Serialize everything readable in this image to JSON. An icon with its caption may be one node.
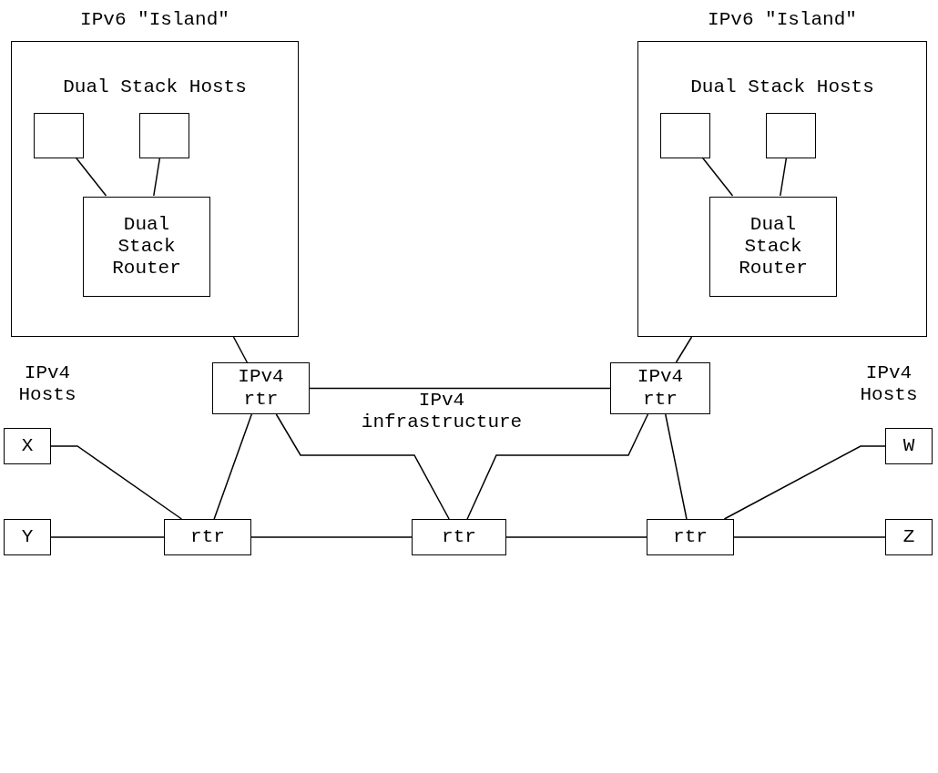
{
  "diagram": {
    "nodes": [
      {
        "text": [
          "IPv6 \"Island\"",
          "Dual Stack Hosts"
        ]
      },
      {
        "text": [],
        "shape": "box",
        "in": 0
      },
      {
        "text": [],
        "shape": "box",
        "in": 0
      },
      {
        "text": [
          "Dual Stack Router"
        ],
        "in": 0
      },
      {
        "text": [
          "IPv6 \"Island\"",
          "Dual Stack Hosts"
        ]
      },
      {
        "text": [],
        "shape": "box",
        "in": 4
      },
      {
        "text": [],
        "shape": "box",
        "in": 4
      },
      {
        "text": [
          "Dual Stack Router"
        ],
        "in": 4
      },
      {
        "text": [
          "IPv4 rtr"
        ]
      },
      {
        "text": [
          "IPv4 rtr"
        ]
      },
      {
        "text": [
          "X"
        ]
      },
      {
        "text": [
          "Y"
        ]
      },
      {
        "text": [
          "rtr"
        ]
      },
      {
        "text": [
          "rtr"
        ]
      },
      {
        "text": [
          "rtr"
        ]
      },
      {
        "text": [
          "W"
        ]
      },
      {
        "text": [
          "Z"
        ]
      }
    ],
    "edges": [
      {
        "from": 1,
        "to": 3,
        "arrow": "none"
      },
      {
        "from": 2,
        "to": 3,
        "arrow": "none"
      },
      {
        "from": 5,
        "to": 7,
        "arrow": "none"
      },
      {
        "from": 6,
        "to": 7,
        "arrow": "none"
      },
      {
        "from": 0,
        "to": 8,
        "arrow": "none"
      },
      {
        "from": 4,
        "to": 9,
        "arrow": "none"
      },
      {
        "from": 8,
        "to": 9,
        "arrow": "none"
      },
      {
        "from": 10,
        "to": 12,
        "arrow": "none"
      },
      {
        "from": 8,
        "to": 12,
        "arrow": "none"
      },
      {
        "from": 8,
        "to": 13,
        "arrow": "none"
      },
      {
        "from": 9,
        "to": 13,
        "arrow": "none"
      },
      {
        "from": 9,
        "to": 14,
        "arrow": "none"
      },
      {
        "from": 15,
        "to": 14,
        "arrow": "none"
      },
      {
        "from": 11,
        "to": 12,
        "arrow": "none"
      },
      {
        "from": 12,
        "to": 13,
        "arrow": "none"
      },
      {
        "from": 13,
        "to": 14,
        "arrow": "none"
      },
      {
        "from": 14,
        "to": 16,
        "arrow": "none"
      }
    ],
    "labels": [
      "IPv4 Hosts",
      "IPv4 infrastructure",
      "IPv4 Hosts"
    ]
  }
}
